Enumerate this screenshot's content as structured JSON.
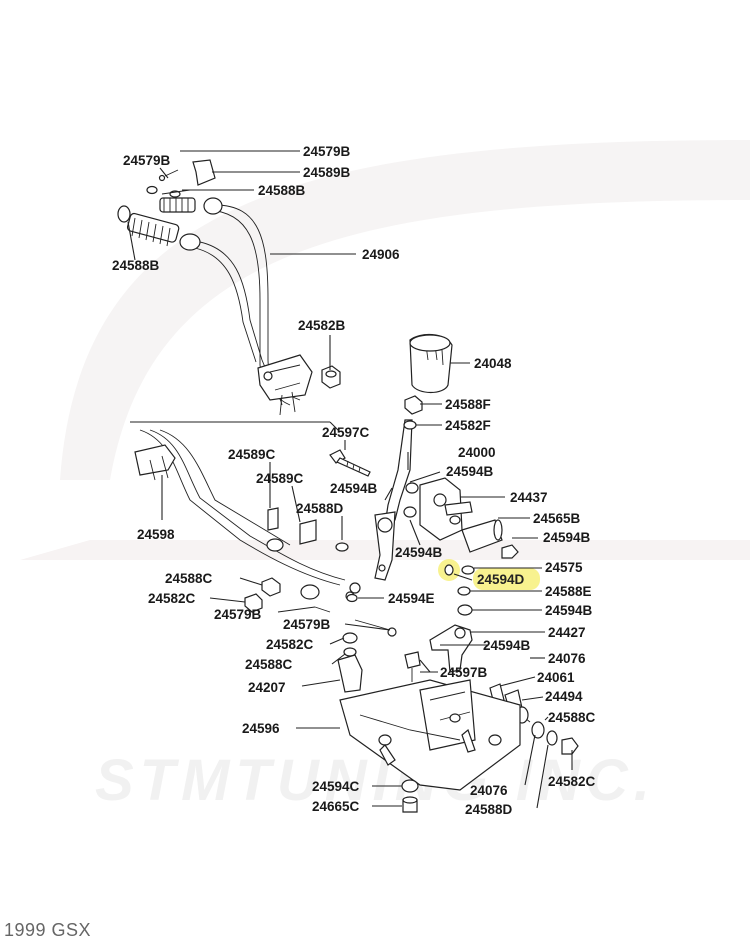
{
  "caption": "1999 GSX",
  "watermark": "STMTUNING INC.",
  "highlight_color": "#f5ee6a",
  "parts": [
    "24579B",
    "24589B",
    "24588B",
    "24906",
    "24582B",
    "24048",
    "24588F",
    "24582F",
    "24597C",
    "24000",
    "24594B",
    "24437",
    "24589C",
    "24588D",
    "24598",
    "24565B",
    "24575",
    "24594D",
    "24588E",
    "24588C",
    "24582C",
    "24594E",
    "24427",
    "24076",
    "24061",
    "24207",
    "24597B",
    "24494",
    "24596",
    "24594C",
    "24665C"
  ],
  "highlighted_part": "24594D"
}
